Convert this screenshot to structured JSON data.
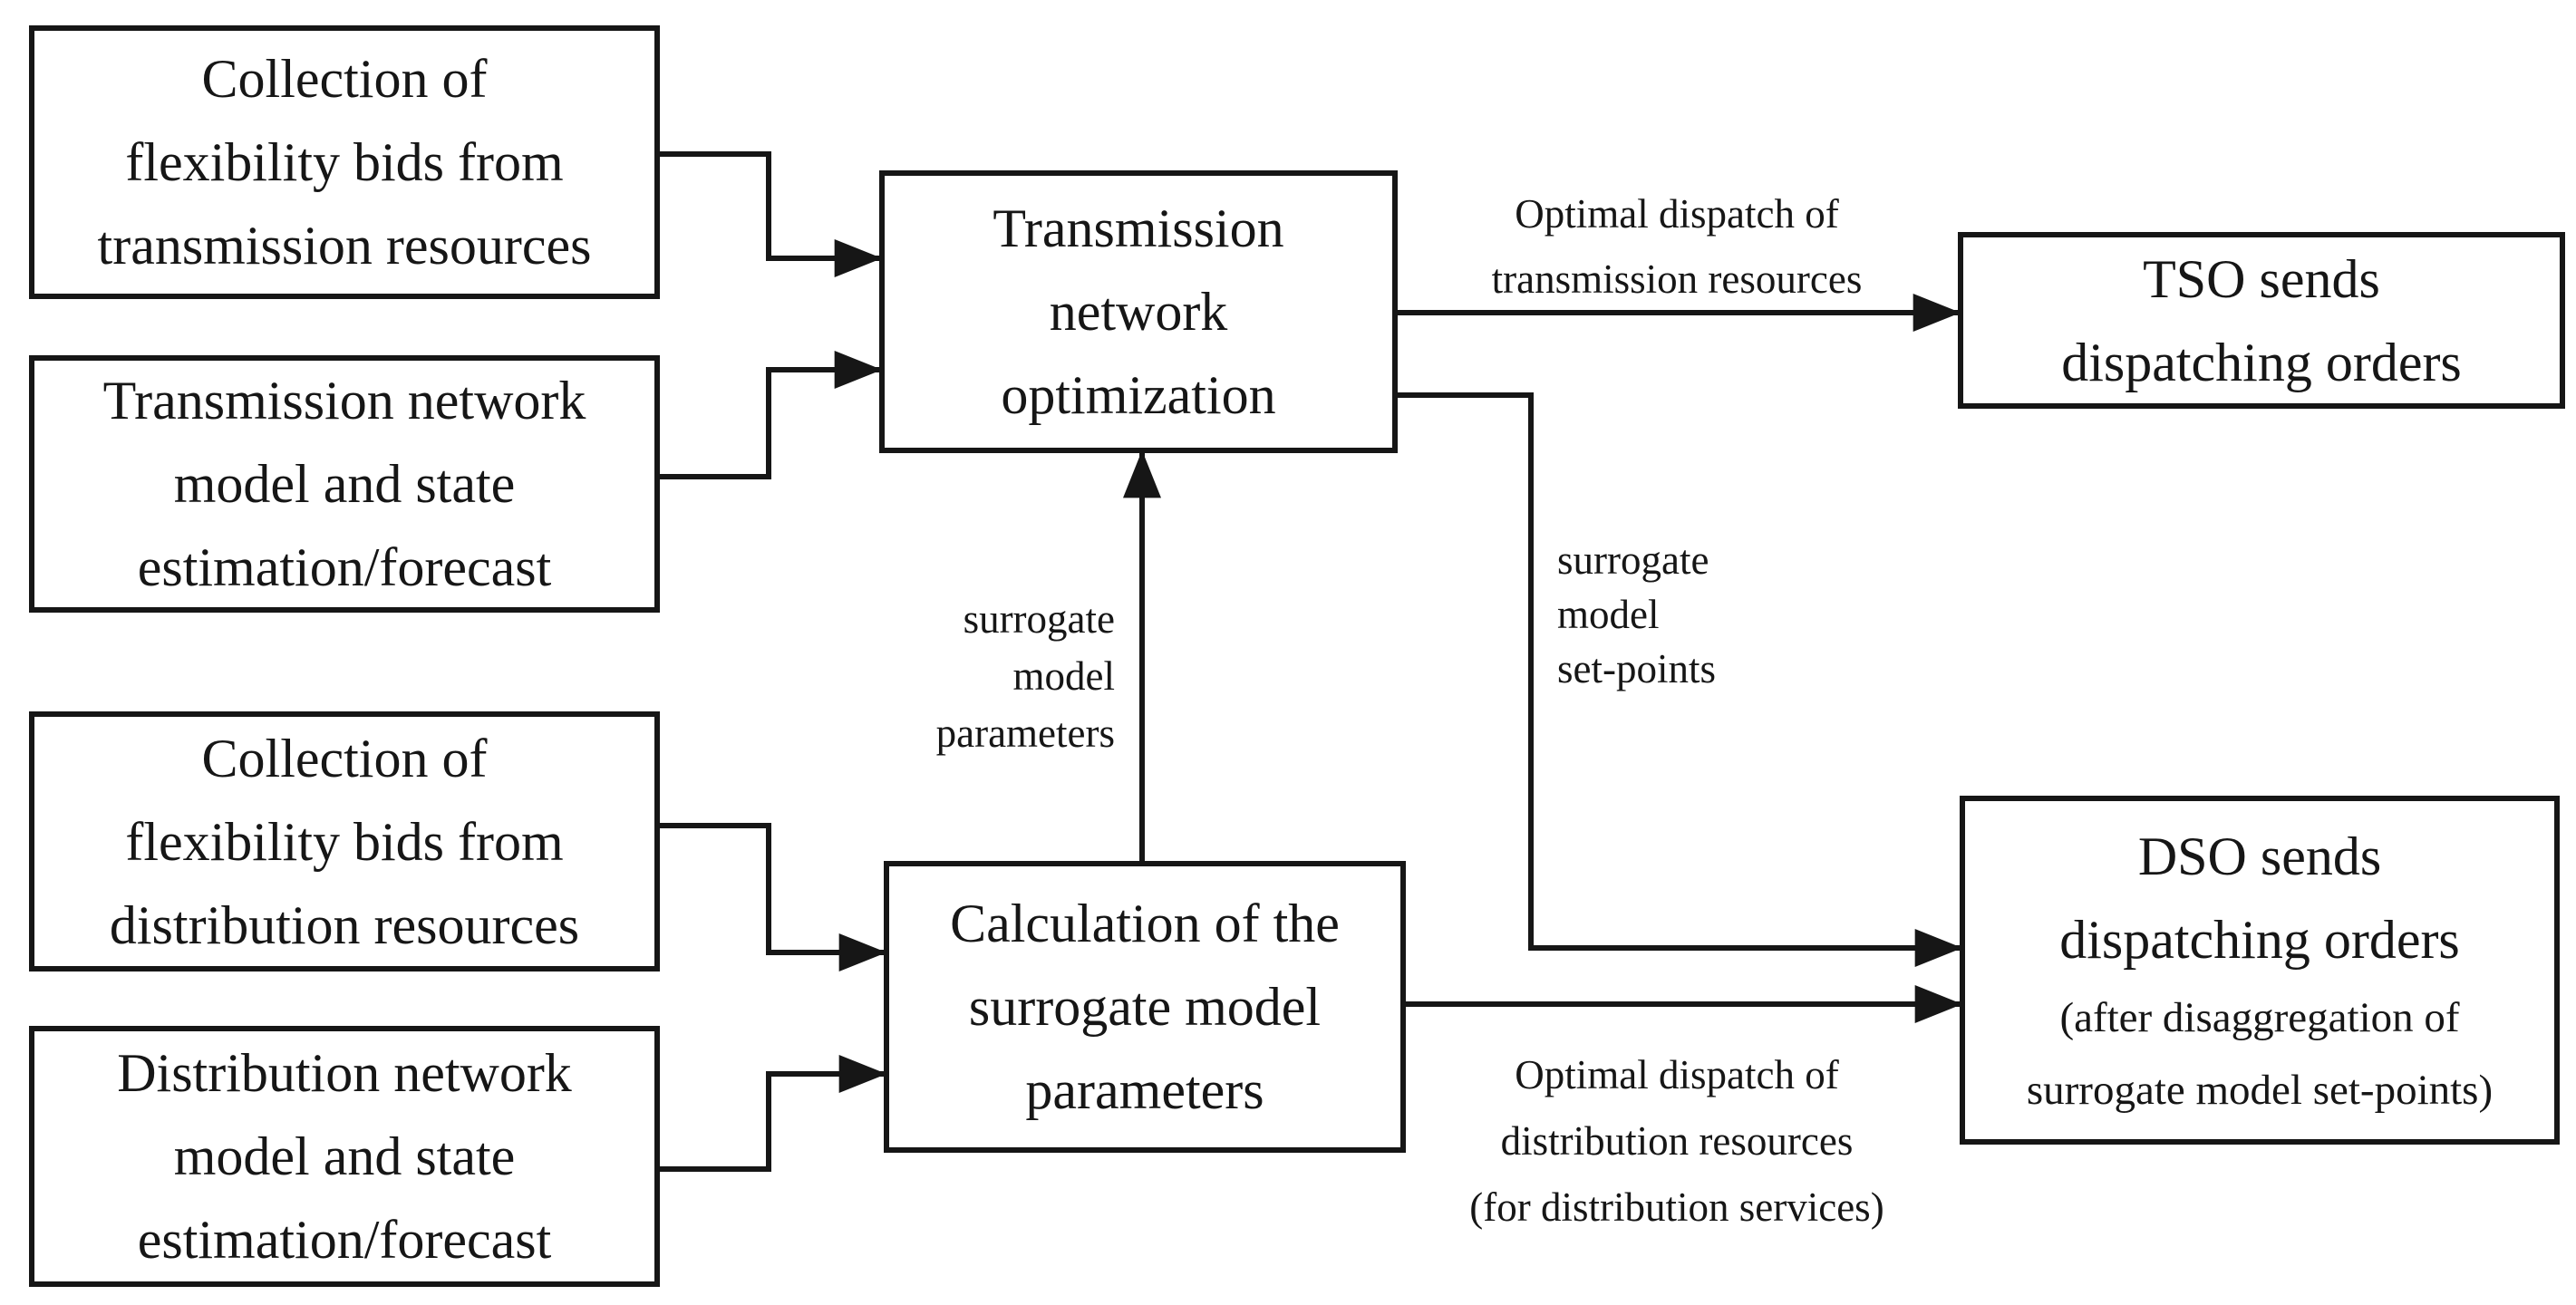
{
  "figure": {
    "background_color": "#ffffff",
    "line_color": "#161616",
    "text_color": "#161616"
  },
  "boxes": {
    "collection_transmission_bids": {
      "lines": [
        "Collection of",
        "flexibility bids from",
        "transmission resources"
      ]
    },
    "transmission_network_model": {
      "lines": [
        "Transmission network",
        "model and state",
        "estimation/forecast"
      ]
    },
    "collection_distribution_bids": {
      "lines": [
        "Collection of",
        "flexibility bids from",
        "distribution resources"
      ]
    },
    "distribution_network_model": {
      "lines": [
        "Distribution network",
        "model and state",
        "estimation/forecast"
      ]
    },
    "transmission_network_optimization": {
      "lines": [
        "Transmission",
        "network",
        "optimization"
      ]
    },
    "surrogate_model_calculation": {
      "lines": [
        "Calculation of the",
        "surrogate model",
        "parameters"
      ]
    },
    "tso_dispatch": {
      "lines": [
        "TSO sends",
        "dispatching orders"
      ]
    },
    "dso_dispatch": {
      "lines": [
        "DSO sends",
        "dispatching orders"
      ],
      "sublines": [
        "(after disaggregation of",
        "surrogate model set-points)"
      ]
    }
  },
  "arrow_labels": {
    "optimal_dispatch_transmission": {
      "lines": [
        "Optimal dispatch of",
        "transmission resources"
      ]
    },
    "surrogate_model_parameters": {
      "lines": [
        "surrogate",
        "model",
        "parameters"
      ]
    },
    "surrogate_model_setpoints": {
      "lines": [
        "surrogate",
        "model",
        "set-points"
      ]
    },
    "optimal_dispatch_distribution": {
      "lines": [
        "Optimal dispatch of",
        "distribution resources",
        "(for distribution services)"
      ]
    }
  }
}
